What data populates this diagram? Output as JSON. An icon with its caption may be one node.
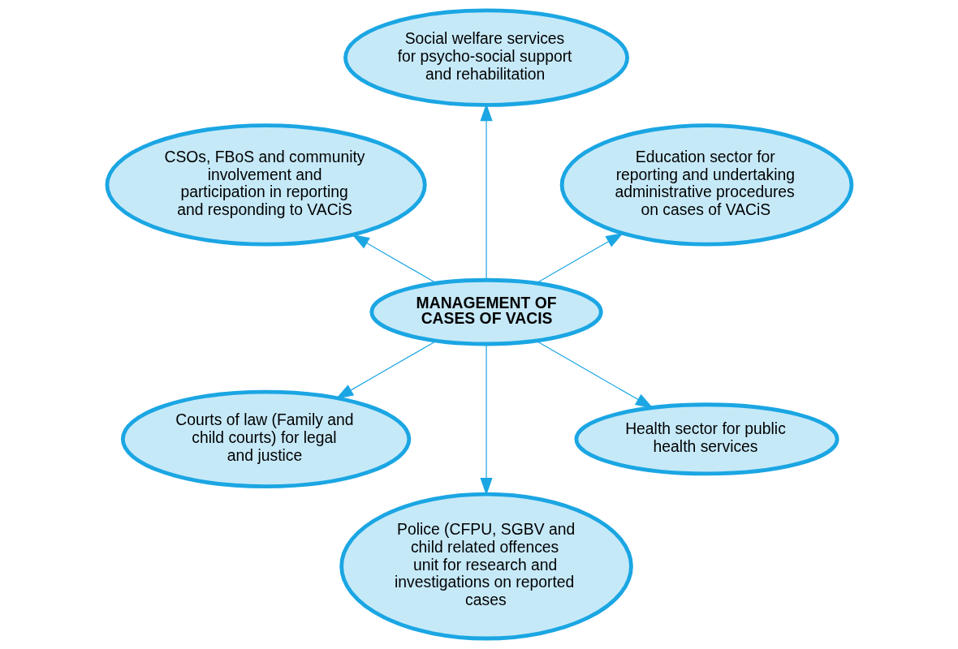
{
  "diagram": {
    "nodes": [
      {
        "text": [
          "Education sector for reporting and undertaking administrative procedures on cases of VACiS"
        ]
      },
      {
        "text": [
          "Social welfare services  for psycho-social support and rehabilitation"
        ]
      },
      {
        "text": [
          "CSOs, FBoS and community involvement and participation in reporting and responding to VACiS"
        ]
      },
      {
        "text": [
          "MANAGEMENT OF CASES OF VACIS"
        ]
      },
      {
        "text": [
          "Courts of law (Family and child courts) for legal and justice"
        ]
      },
      {
        "text": [
          "Police (CFPU, SGBV and child related offences unit for research and investigations on reported cases"
        ]
      },
      {
        "text": [
          "Health sector for public health services"
        ]
      }
    ],
    "edges": [
      {
        "from": 3,
        "to": 0,
        "arrow": "to"
      },
      {
        "from": 3,
        "to": 1,
        "arrow": "to"
      },
      {
        "from": 3,
        "to": 2,
        "arrow": "to"
      },
      {
        "from": 3,
        "to": 4,
        "arrow": "to"
      },
      {
        "from": 3,
        "to": 5,
        "arrow": "to"
      },
      {
        "from": 3,
        "to": 6,
        "arrow": "to"
      }
    ]
  }
}
